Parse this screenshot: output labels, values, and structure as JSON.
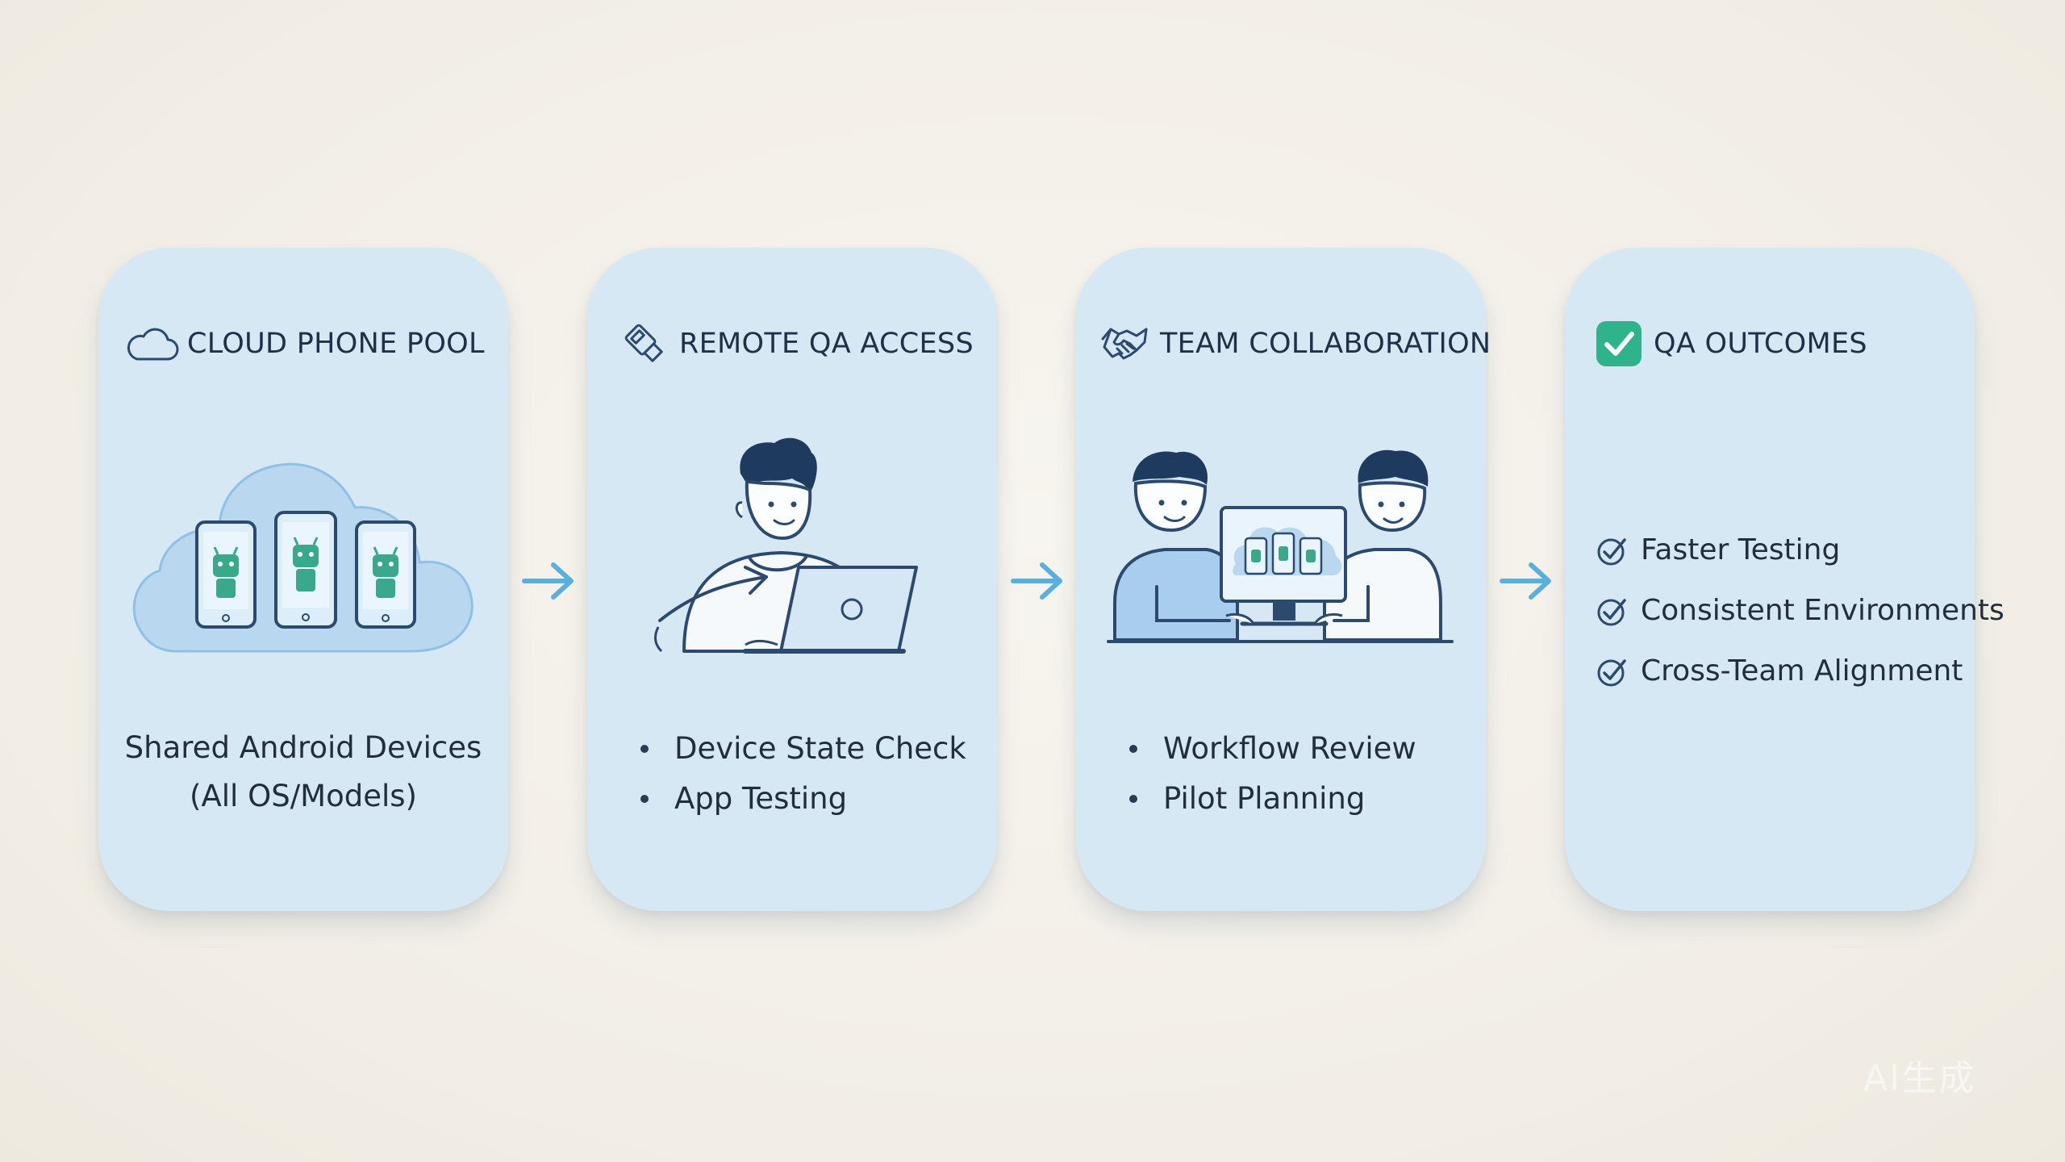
{
  "colors": {
    "background": "#f4f1ea",
    "card": "#d7e8f5",
    "arrow": "#5ab0dc",
    "accent_green": "#2fb38a",
    "outline": "#2c4a6e"
  },
  "cards": [
    {
      "icon": "cloud-icon",
      "title": "CLOUD PHONE POOL",
      "caption_line1": "Shared Android Devices",
      "caption_line2": "(All OS/Models)"
    },
    {
      "icon": "plug-icon",
      "title": "REMOTE QA ACCESS",
      "bullets": [
        "Device State Check",
        "App Testing"
      ]
    },
    {
      "icon": "handshake-icon",
      "title": "TEAM COLLABORATION",
      "bullets": [
        "Workflow Review",
        "Pilot Planning"
      ]
    },
    {
      "icon": "checkbox-icon",
      "title": "QA OUTCOMES",
      "outcomes": [
        "Faster Testing",
        "Consistent Environments",
        "Cross-Team Alignment"
      ]
    }
  ],
  "arrows": [
    "arrow-right-icon",
    "arrow-right-icon",
    "arrow-right-icon"
  ],
  "watermark": "AI生成"
}
